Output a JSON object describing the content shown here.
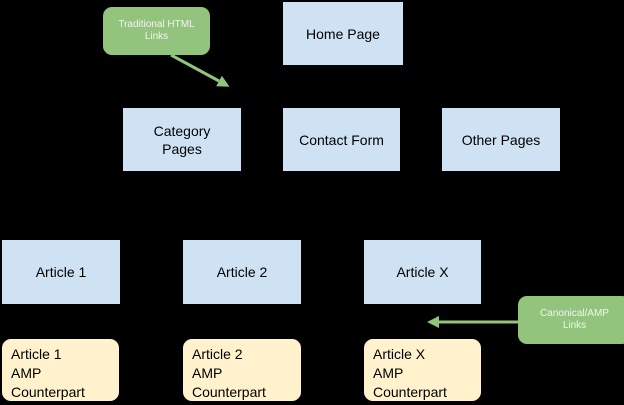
{
  "diagram": {
    "background_color": "#000000",
    "node_fill_color": "#cfe2f3",
    "amp_fill_color": "#fff2cc",
    "callout_fill_color": "#93c47d",
    "callout_text_color": "#f3f3f3",
    "arrow_color": "#93c47d",
    "nodes": {
      "home": "Home Page",
      "category": "Category\nPages",
      "contact": "Contact Form",
      "other": "Other Pages",
      "article1": "Article 1",
      "article2": "Article 2",
      "articlex": "Article X"
    },
    "amp_nodes": {
      "amp1": "Article 1\nAMP\nCounterpart",
      "amp2": "Article 2\nAMP\nCounterpart",
      "ampx": "Article X\nAMP\nCounterpart"
    },
    "callouts": {
      "traditional": "Traditional HTML\nLinks",
      "canonical": "Canonical/AMP\nLinks"
    }
  }
}
